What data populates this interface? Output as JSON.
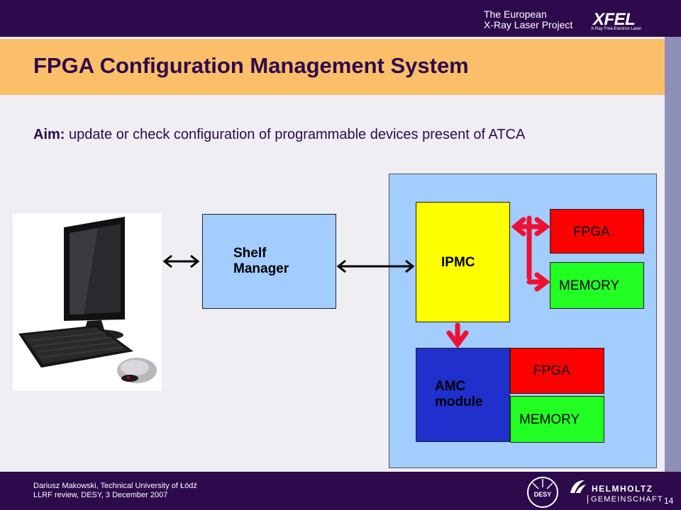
{
  "header": {
    "org_line1": "The European",
    "org_line2": "X-Ray Laser Project",
    "logo_text": "XFEL",
    "logo_subtext": "X-Ray Free-Electron Laser"
  },
  "slide": {
    "title": "FPGA Configuration Management System",
    "aim_label": "Aim:",
    "aim_text": " update or check configuration of programmable devices present of ATCA"
  },
  "diagram": {
    "shelf_manager_line1": "Shelf",
    "shelf_manager_line2": "Manager",
    "ipmc": "IPMC",
    "fpga_top": "FPGA",
    "memory_top": "MEMORY",
    "amc_line1": "AMC",
    "amc_line2": "module",
    "fpga_bottom": "FPGA",
    "memory_bottom": "MEMORY"
  },
  "footer": {
    "author": "Dariusz Makowski, Technical University of Łódź",
    "event": "LLRF review, DESY, 3 December 2007",
    "page_number": "14",
    "desy_logo": "DESY",
    "helmholtz": "HELMHOLTZ",
    "gemeinschaft": "GEMEINSCHAFT"
  },
  "colors": {
    "header_purple": "#2d0a4c",
    "title_band": "#fbbf6a",
    "box_blue": "#a3ccff",
    "ipmc_yellow": "#ffff00",
    "fpga_red": "#ff0000",
    "memory_green": "#22ff22",
    "amc_blue": "#2030cc",
    "arrow_red": "#ee1133"
  }
}
